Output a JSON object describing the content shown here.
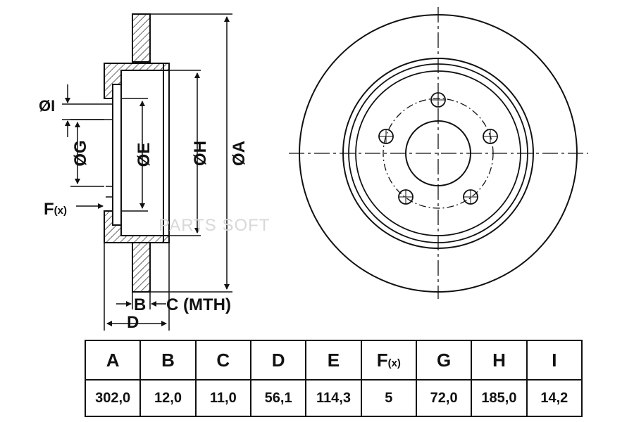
{
  "drawing": {
    "labels": {
      "a": "ØA",
      "h": "ØH",
      "e": "ØE",
      "g": "ØG",
      "i": "ØI",
      "f": "F",
      "f_sub": "(x)",
      "b": "B",
      "c": "C (MTH)",
      "d": "D"
    },
    "watermark": "PARTS SOFT"
  },
  "table": {
    "headers": [
      {
        "main": "A",
        "sub": ""
      },
      {
        "main": "B",
        "sub": ""
      },
      {
        "main": "C",
        "sub": ""
      },
      {
        "main": "D",
        "sub": ""
      },
      {
        "main": "E",
        "sub": ""
      },
      {
        "main": "F",
        "sub": "(x)"
      },
      {
        "main": "G",
        "sub": ""
      },
      {
        "main": "H",
        "sub": ""
      },
      {
        "main": "I",
        "sub": ""
      }
    ],
    "values": [
      "302,0",
      "12,0",
      "11,0",
      "56,1",
      "114,3",
      "5",
      "72,0",
      "185,0",
      "14,2"
    ]
  },
  "colors": {
    "line": "#111111",
    "hatch": "#111111",
    "watermark": "#d8d8d8"
  }
}
